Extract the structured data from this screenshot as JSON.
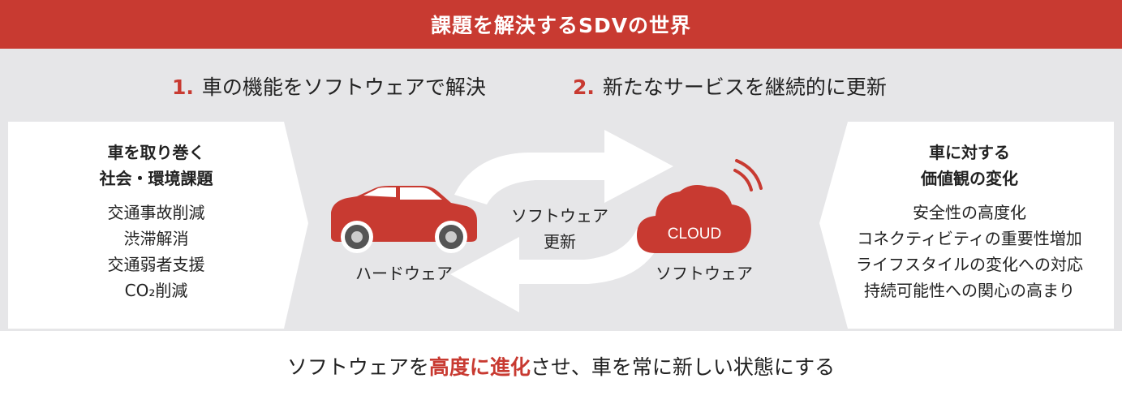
{
  "banner": {
    "title": "課題を解決するSDVの世界"
  },
  "principles": [
    {
      "num": "1.",
      "text": "車の機能をソフトウェアで解決"
    },
    {
      "num": "2.",
      "text": "新たなサービスを継続的に更新"
    }
  ],
  "left_panel": {
    "heading_line1": "車を取り巻く",
    "heading_line2": "社会・環境課題",
    "items": [
      "交通事故削減",
      "渋滞解消",
      "交通弱者支援",
      "CO₂削減"
    ]
  },
  "right_panel": {
    "heading_line1": "車に対する",
    "heading_line2": "価値観の変化",
    "items": [
      "安全性の高度化",
      "コネクティビティの重要性増加",
      "ライフスタイルの変化への対応",
      "持続可能性への関心の高まり"
    ]
  },
  "center": {
    "hardware_label": "ハードウェア",
    "software_label": "ソフトウェア",
    "update_line1": "ソフトウェア",
    "update_line2": "更新",
    "cloud_text": "CLOUD"
  },
  "bottom": {
    "prefix": "ソフトウェアを",
    "highlight": "高度に進化",
    "suffix": "させ、車を常に新しい状態にする"
  },
  "colors": {
    "accent": "#c83a31",
    "panel_bg": "#e6e6e8",
    "arrow": "#ffffff"
  }
}
